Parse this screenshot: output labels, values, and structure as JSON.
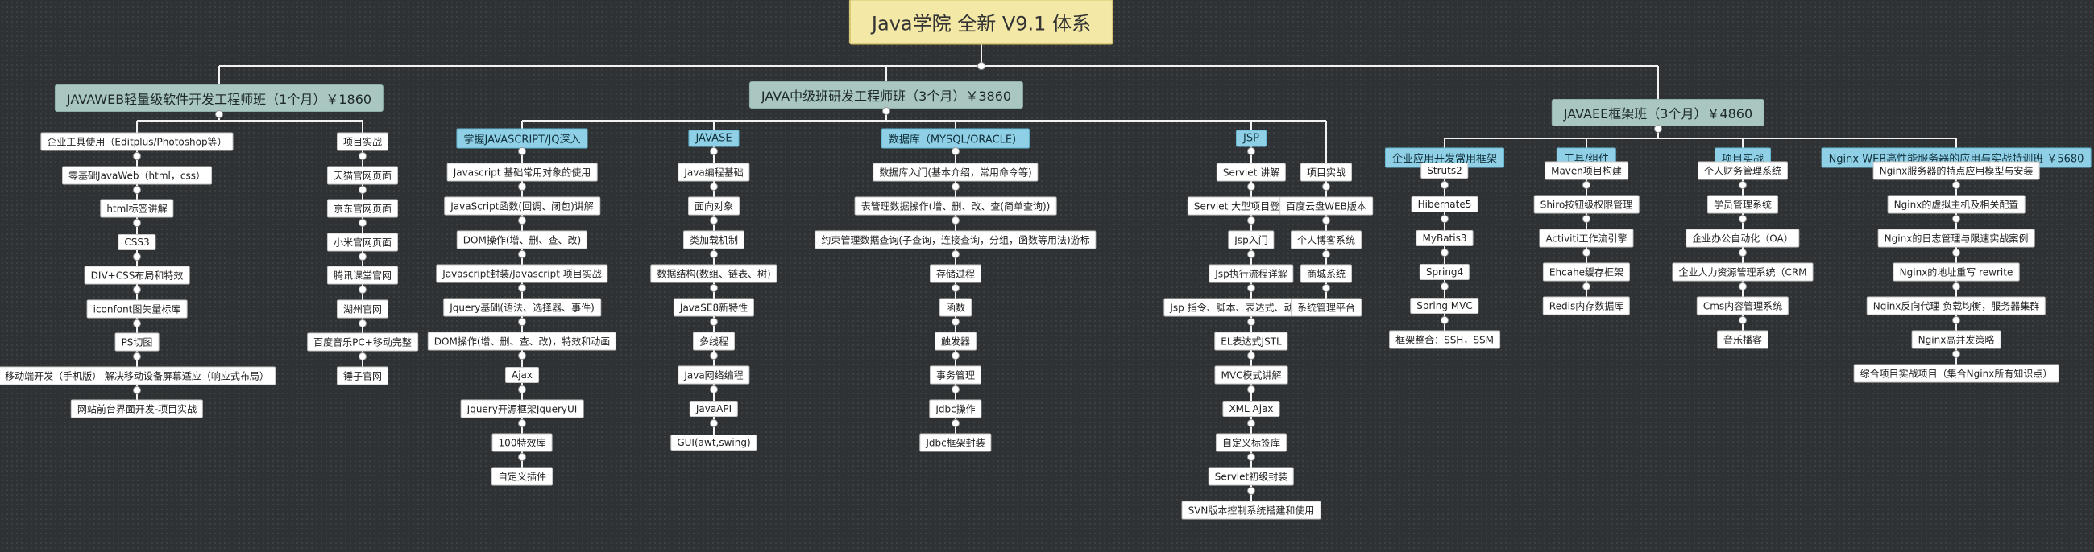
{
  "root": "Java学院 全新 V9.1 体系",
  "branches": [
    {
      "label": "JAVAWEB轻量级软件开发工程师班（1个月）￥1860",
      "groups": [
        {
          "label": "",
          "items": [
            "企业工具使用（Editplus/Photoshop等）",
            "零基础JavaWeb（html，css）",
            "html标签讲解",
            "CSS3",
            "DIV+CSS布局和特效",
            "iconfont图矢量标库",
            "PS切图",
            "移动端开发（手机版） 解决移动设备屏幕适应（响应式布局）",
            "网站前台界面开发-项目实战"
          ]
        },
        {
          "label": "",
          "items": [
            "项目实战",
            "天猫官网页面",
            "京东官网页面",
            "小米官网页面",
            "腾讯课堂官网",
            "湖州官网",
            "百度音乐PC+移动完整",
            "锤子官网"
          ]
        }
      ]
    },
    {
      "label": "JAVA中级班研发工程师班（3个月）￥3860",
      "groups": [
        {
          "label": "掌握JAVASCRIPT/JQ深入",
          "items": [
            "Javascript 基础常用对象的使用",
            "JavaScript函数(回调、闭包)讲解",
            "DOM操作(增、删、查、改)",
            "Javascript封装/Javascript 项目实战",
            "Jquery基础(语法、选择器、事件)",
            "DOM操作(增、删、查、改)，特效和动画",
            "Ajax",
            "Jquery开源框架JqueryUI",
            "100特效库",
            "自定义插件"
          ]
        },
        {
          "label": "JAVASE",
          "items": [
            "Java编程基础",
            "面向对象",
            "类加载机制",
            "数据结构(数组、链表、树)",
            "JavaSE8新特性",
            "多线程",
            "Java网络编程",
            "JavaAPI",
            "GUI(awt,swing)"
          ]
        },
        {
          "label": "数据库（MYSQL/ORACLE）",
          "items": [
            "数据库入门(基本介绍，常用命令等)",
            "表管理数据操作(增、删、改、查(简单查询))",
            "约束管理数据查询(子查询，连接查询，分组，函数等用法)游标",
            "存储过程",
            "函数",
            "触发器",
            "事务管理",
            "Jdbc操作",
            "Jdbc框架封装"
          ]
        },
        {
          "label": "JSP",
          "items": [
            "Servlet 讲解",
            "Servlet 大型项目登陆实战",
            "Jsp入门",
            "Jsp执行流程详解",
            "Jsp 指令、脚本、表达式、动作的使用",
            "EL表达式JSTL",
            "MVC模式讲解",
            "XML Ajax",
            "自定义标签库",
            "Servlet初级封装",
            "SVN版本控制系统搭建和使用"
          ]
        },
        {
          "label": "",
          "items": [
            "项目实战",
            "百度云盘WEB版本",
            "个人博客系统",
            "商城系统",
            "系统管理平台"
          ]
        }
      ]
    },
    {
      "label": "JAVAEE框架班（3个月）￥4860",
      "groups": [
        {
          "label": "企业应用开发常用框架",
          "items": [
            "Struts2",
            "Hibernate5",
            "MyBatis3",
            "Spring4",
            "Spring MVC",
            "框架整合：SSH，SSM"
          ]
        },
        {
          "label": "工具/组件",
          "items": [
            "Maven项目构建",
            "Shiro按钮级权限管理",
            "Activiti工作流引擎",
            "Ehcahe缓存框架",
            "Redis内存数据库"
          ]
        },
        {
          "label": "项目实战",
          "items": [
            "个人财务管理系统",
            "学员管理系统",
            "企业办公自动化（OA）",
            "企业人力资源管理系统（CRM",
            "Cms内容管理系统",
            "音乐播客"
          ]
        },
        {
          "label": "Nginx WEB高性能服务器的应用与实战特训班 ￥5680",
          "items": [
            "Nginx服务器的特点应用模型与安装",
            "Nginx的虚拟主机及相关配置",
            "Nginx的日志管理与限速实战案例",
            "Nginx的地址重写 rewrite",
            "Nginx反向代理 负载均衡，服务器集群",
            "Nginx高并发策略",
            "综合项目实战项目（集合Nginx所有知识点）"
          ]
        }
      ]
    }
  ]
}
